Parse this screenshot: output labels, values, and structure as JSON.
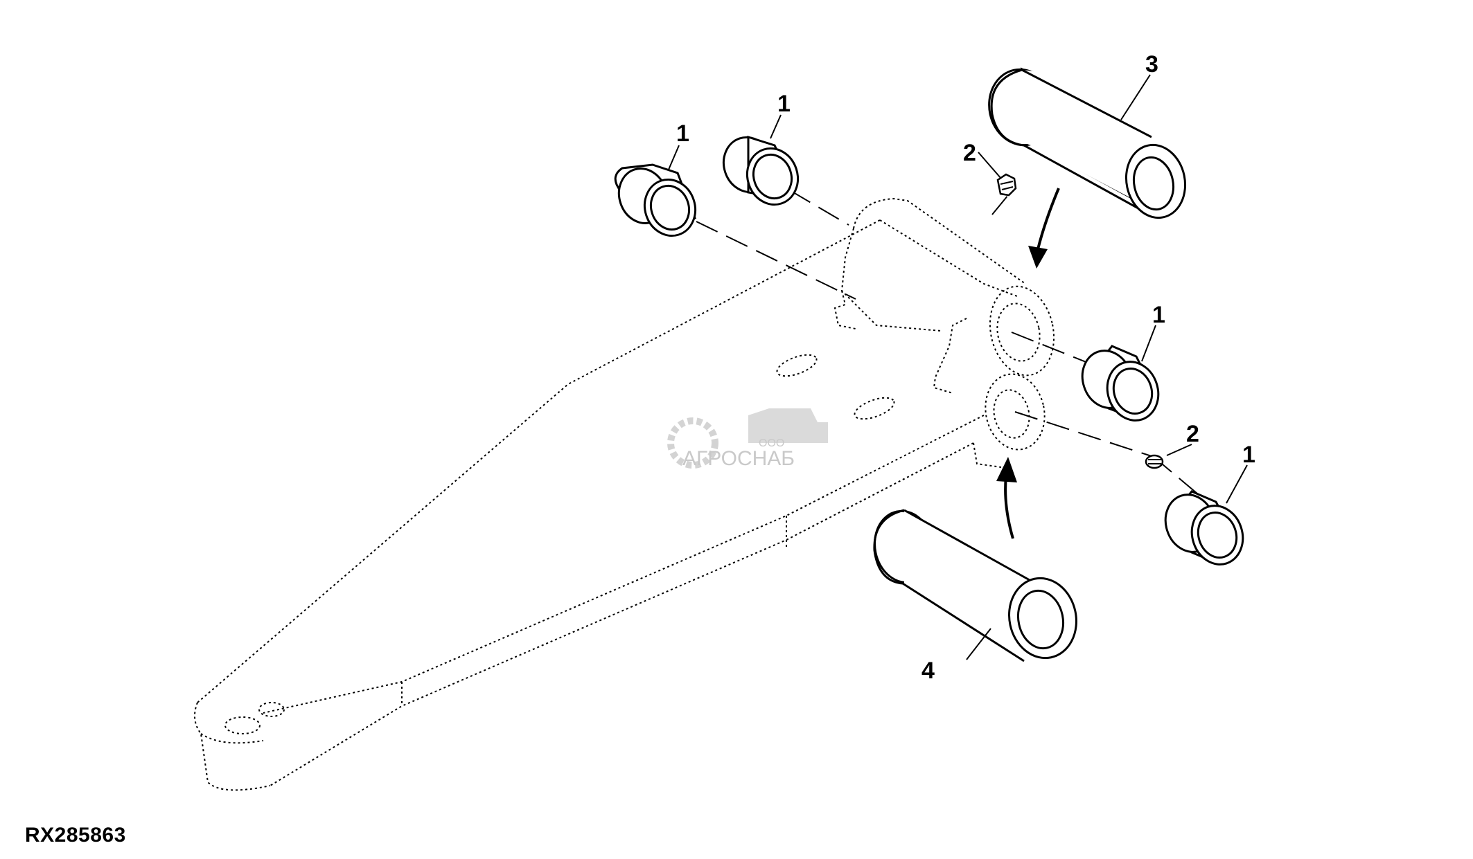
{
  "figure_id": "RX285863",
  "watermark": {
    "small_text": "ООО",
    "brand_text": "АГРОСНАБ"
  },
  "callouts": [
    {
      "id": "bushing-outer-left",
      "label": "1"
    },
    {
      "id": "bushing-inner-left",
      "label": "1"
    },
    {
      "id": "grease-fitting-top",
      "label": "2"
    },
    {
      "id": "upper-sleeve",
      "label": "3"
    },
    {
      "id": "bushing-right-upper",
      "label": "1"
    },
    {
      "id": "grease-fitting-lower",
      "label": "2"
    },
    {
      "id": "bushing-right-lower",
      "label": "1"
    },
    {
      "id": "lower-sleeve",
      "label": "4"
    }
  ],
  "colors": {
    "line": "#000000",
    "watermark": "#c4c4c4"
  }
}
